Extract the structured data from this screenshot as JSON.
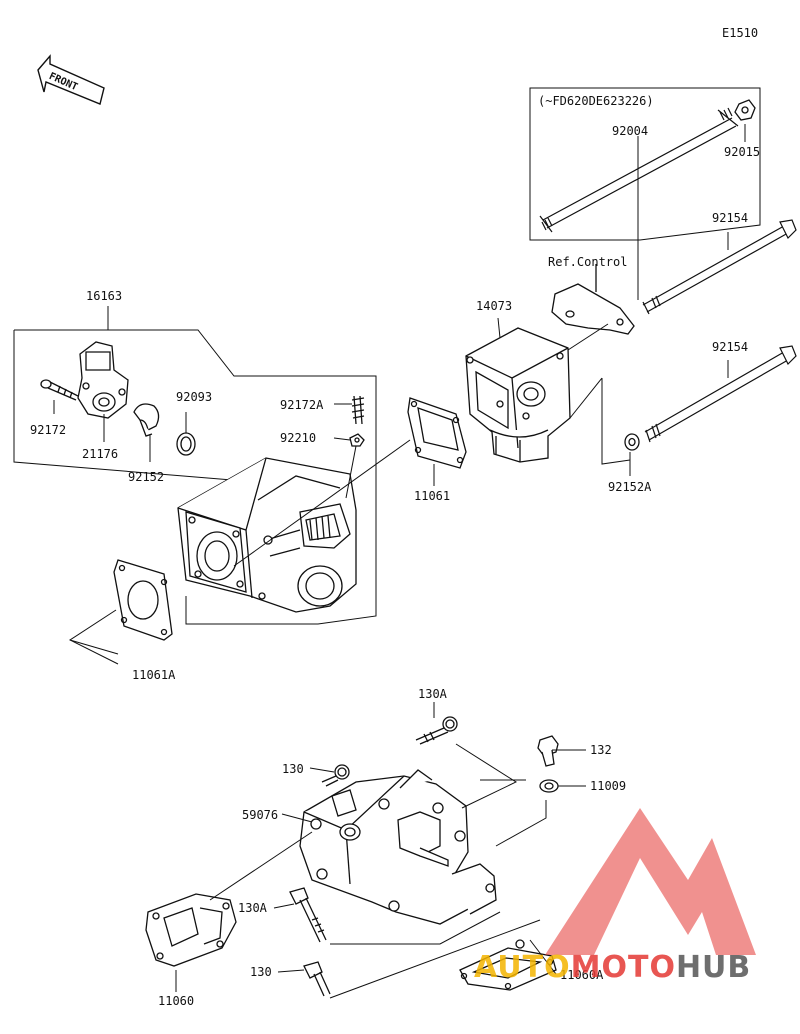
{
  "diagram": {
    "page_code": "E1510",
    "front_label": "FRONT",
    "variant_note": "(~FD620DE623226)",
    "ref_control": "Ref.Control"
  },
  "parts": {
    "p16163": "16163",
    "p92172": "92172",
    "p21176": "21176",
    "p92152": "92152",
    "p92093": "92093",
    "p92172A": "92172A",
    "p92210": "92210",
    "p11061": "11061",
    "p11061A": "11061A",
    "p14073": "14073",
    "p92004": "92004",
    "p92015": "92015",
    "p92154a": "92154",
    "p92154b": "92154",
    "p92152A": "92152A",
    "p130A_top": "130A",
    "p130_top": "130",
    "p59076": "59076",
    "p132": "132",
    "p11009": "11009",
    "p130A_bot": "130A",
    "p130_bot": "130",
    "p11060": "11060",
    "p11060A": "11060A"
  },
  "watermark": {
    "part1": "AUTO",
    "part2": "MOTO",
    "part3": "HUB",
    "logo_color": "#e53935",
    "text_color_1": "#f4b400",
    "text_color_2": "#e53935",
    "text_color_3": "#555555"
  }
}
